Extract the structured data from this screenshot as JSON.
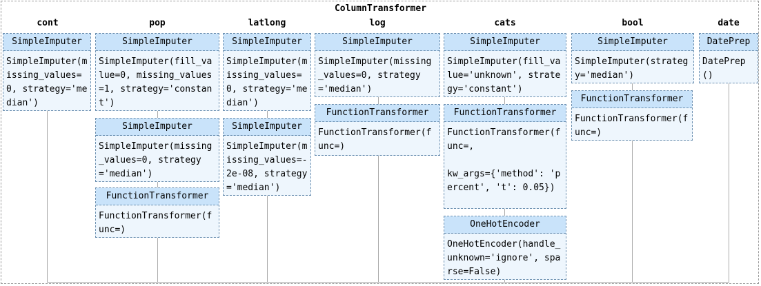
{
  "title": "ColumnTransformer",
  "columns": [
    {
      "name": "cont",
      "steps": [
        {
          "header": "SimpleImputer",
          "body": "SimpleImputer(missing_values=0, strategy='median')"
        }
      ]
    },
    {
      "name": "pop",
      "steps": [
        {
          "header": "SimpleImputer",
          "body": "SimpleImputer(fill_value=0, missing_values=1, strategy='constant')"
        },
        {
          "header": "SimpleImputer",
          "body": "SimpleImputer(missing_values=0, strategy='median')"
        },
        {
          "header": "FunctionTransformer",
          "body": "FunctionTransformer(func=)"
        }
      ]
    },
    {
      "name": "latlong",
      "steps": [
        {
          "header": "SimpleImputer",
          "body": "SimpleImputer(missing_values=0, strategy='median')"
        },
        {
          "header": "SimpleImputer",
          "body": "SimpleImputer(missing_values=-2e-08, strategy='median')"
        }
      ]
    },
    {
      "name": "log",
      "steps": [
        {
          "header": "SimpleImputer",
          "body": "SimpleImputer(missing_values=0, strategy='median')"
        },
        {
          "header": "FunctionTransformer",
          "body": "FunctionTransformer(func=)"
        }
      ]
    },
    {
      "name": "cats",
      "steps": [
        {
          "header": "SimpleImputer",
          "body": "SimpleImputer(fill_value='unknown', strategy='constant')"
        },
        {
          "header": "FunctionTransformer",
          "body": "FunctionTransformer(func=,\n\nkw_args={'method': 'percent', 't': 0.05})"
        },
        {
          "header": "OneHotEncoder",
          "body": "OneHotEncoder(handle_unknown='ignore', sparse=False)"
        }
      ]
    },
    {
      "name": "bool",
      "steps": [
        {
          "header": "SimpleImputer",
          "body": "SimpleImputer(strategy='median')"
        },
        {
          "header": "FunctionTransformer",
          "body": "FunctionTransformer(func=)"
        }
      ]
    },
    {
      "name": "date",
      "steps": [
        {
          "header": "DatePrep",
          "body": "DatePrep()"
        }
      ]
    }
  ]
}
